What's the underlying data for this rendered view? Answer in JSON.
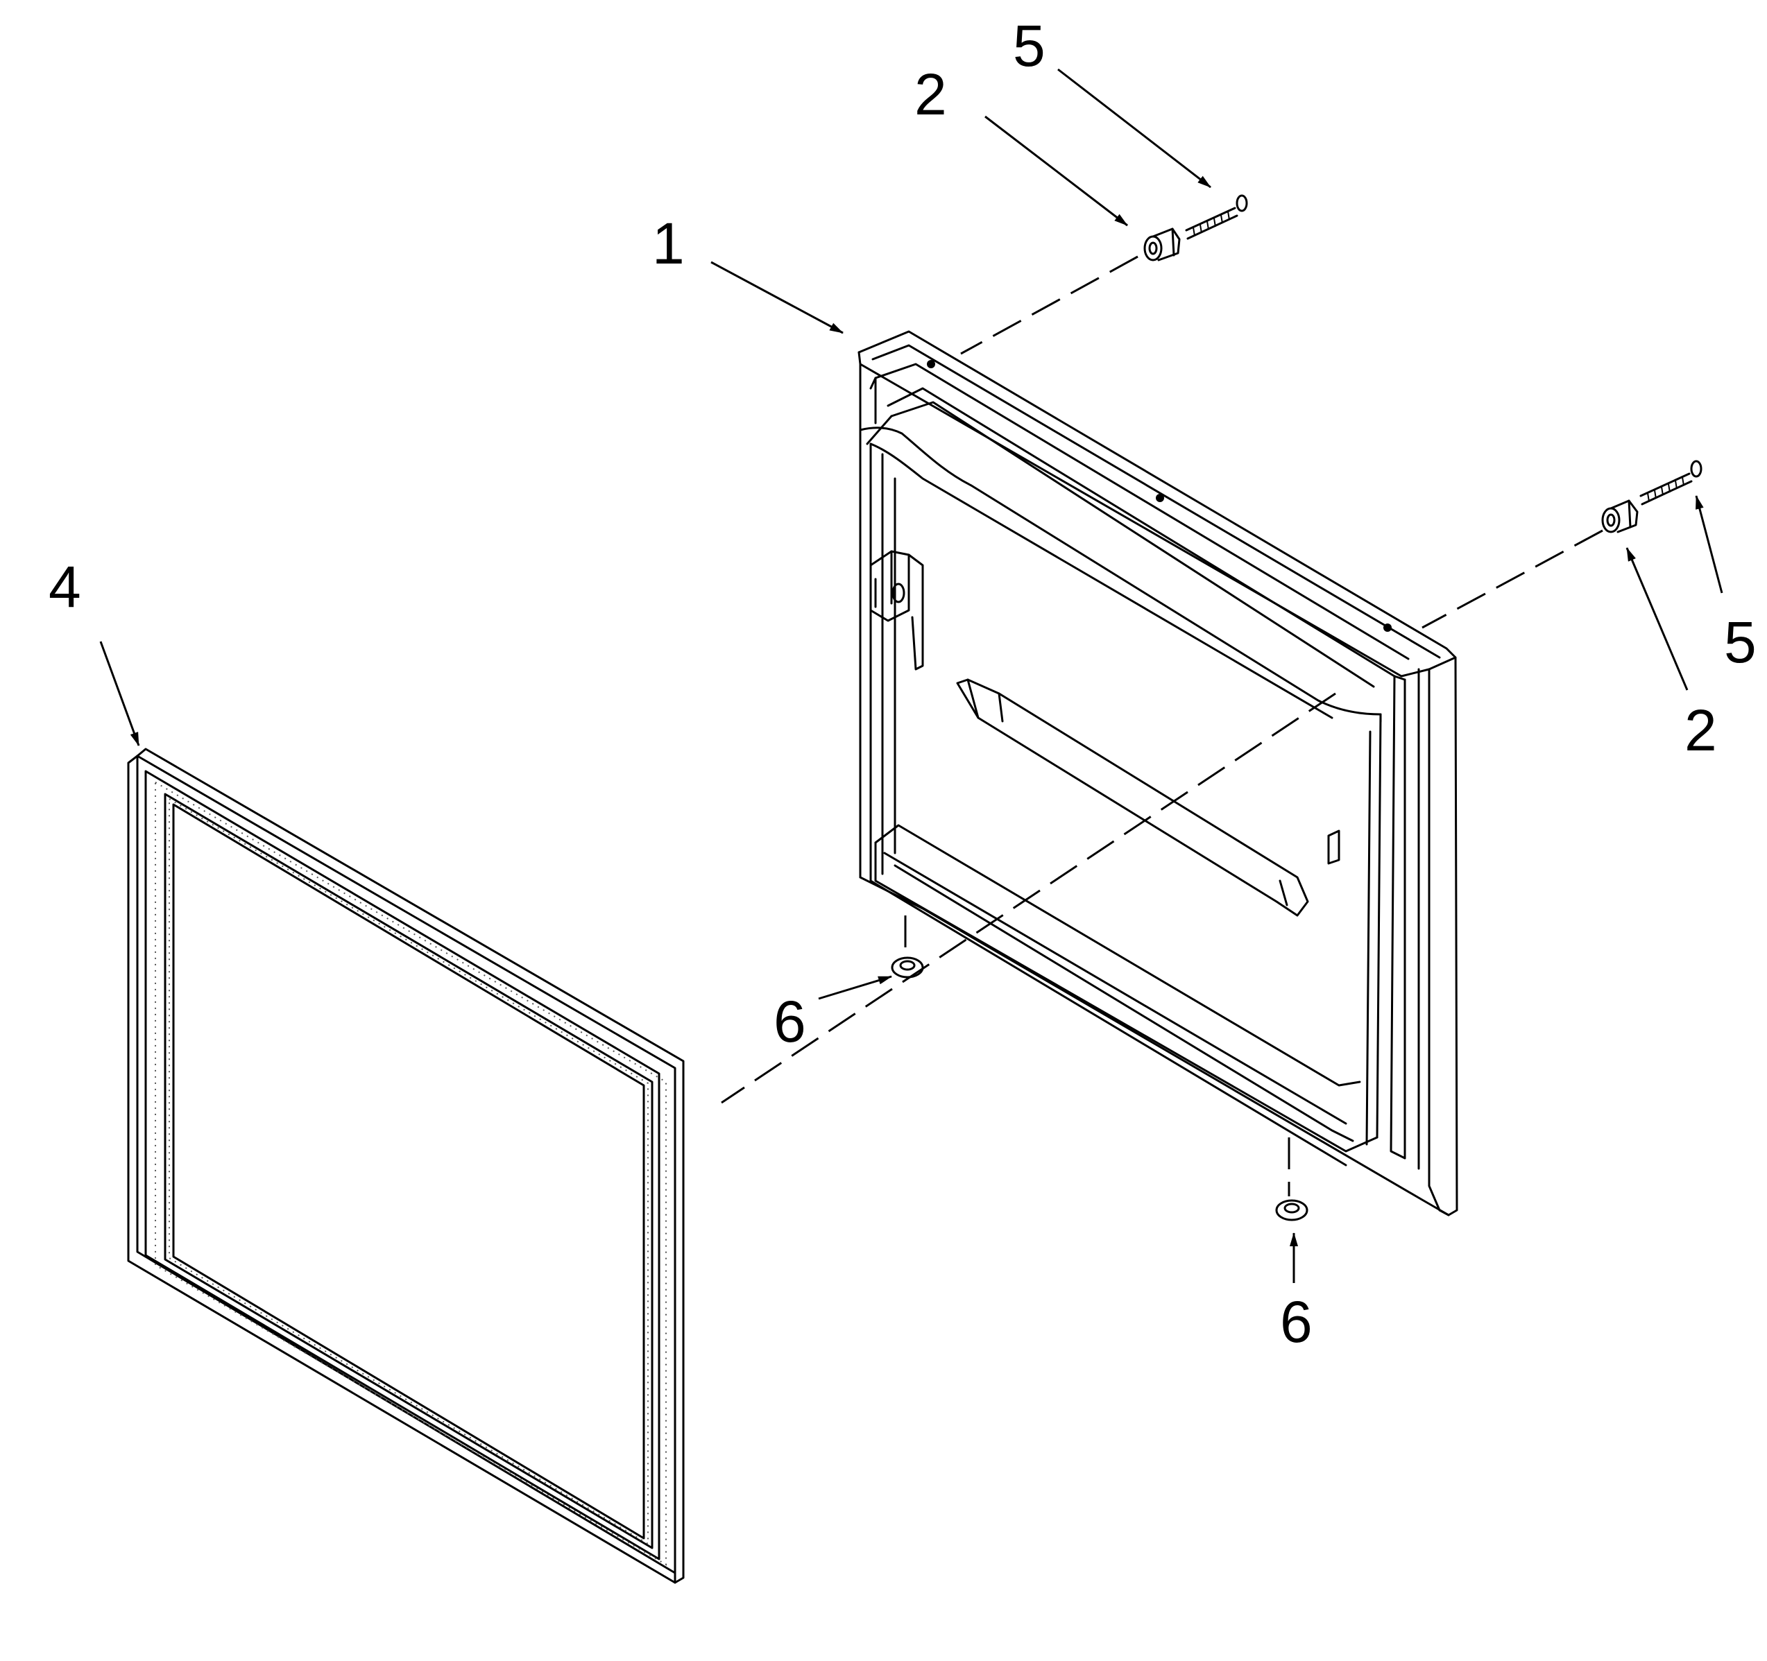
{
  "diagram": {
    "type": "exploded parts diagram",
    "colors": {
      "ink": "#000000",
      "paper": "#ffffff"
    },
    "callouts": [
      {
        "id": "callout-1",
        "label": "1",
        "part": "door"
      },
      {
        "id": "callout-2-top",
        "label": "2",
        "part": "spacer"
      },
      {
        "id": "callout-5-top",
        "label": "5",
        "part": "screw"
      },
      {
        "id": "callout-2-right",
        "label": "2",
        "part": "spacer"
      },
      {
        "id": "callout-5-right",
        "label": "5",
        "part": "screw"
      },
      {
        "id": "callout-4",
        "label": "4",
        "part": "gasket"
      },
      {
        "id": "callout-6-left",
        "label": "6",
        "part": "plug"
      },
      {
        "id": "callout-6-bottom",
        "label": "6",
        "part": "plug"
      }
    ]
  }
}
